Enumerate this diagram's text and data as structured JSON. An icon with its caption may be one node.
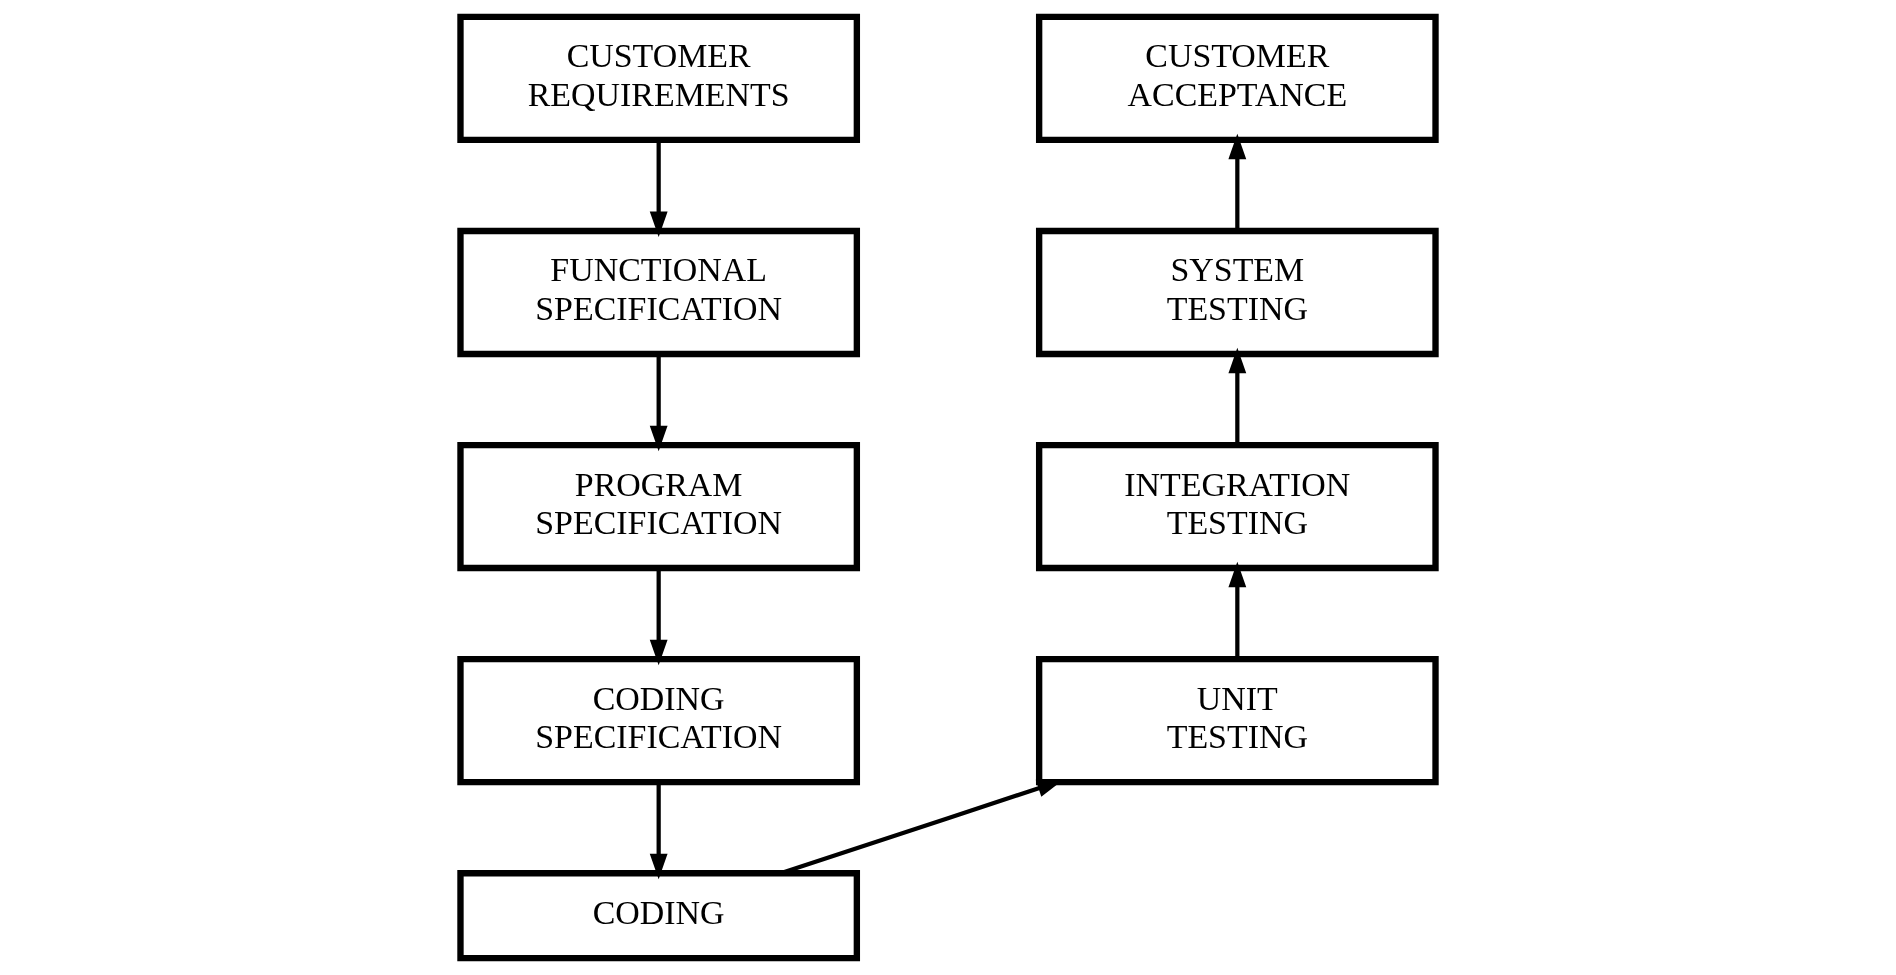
{
  "diagram": {
    "nodes": [
      {
        "text": [
          "CUSTOMER REQUIREMENTS"
        ]
      },
      {
        "text": [
          "FUNCTIONAL SPECIFICATION"
        ]
      },
      {
        "text": [
          "PROGRAM SPECIFICATION"
        ]
      },
      {
        "text": [
          "CODING SPECIFICATION"
        ]
      },
      {
        "text": [
          "CODING"
        ]
      },
      {
        "text": [
          "UNIT TESTING"
        ]
      },
      {
        "text": [
          "INTEGRATION TESTING"
        ]
      },
      {
        "text": [
          "SYSTEM TESTING"
        ]
      },
      {
        "text": [
          "CUSTOMER ACCEPTANCE"
        ]
      }
    ],
    "edges": [
      {
        "from": 0,
        "to": 1,
        "arrow": "to"
      },
      {
        "from": 1,
        "to": 2,
        "arrow": "to"
      },
      {
        "from": 2,
        "to": 3,
        "arrow": "to"
      },
      {
        "from": 3,
        "to": 4,
        "arrow": "to"
      },
      {
        "from": 4,
        "to": 5,
        "arrow": "to"
      },
      {
        "from": 5,
        "to": 6,
        "arrow": "to"
      },
      {
        "from": 6,
        "to": 7,
        "arrow": "to"
      },
      {
        "from": 7,
        "to": 8,
        "arrow": "to"
      }
    ]
  }
}
